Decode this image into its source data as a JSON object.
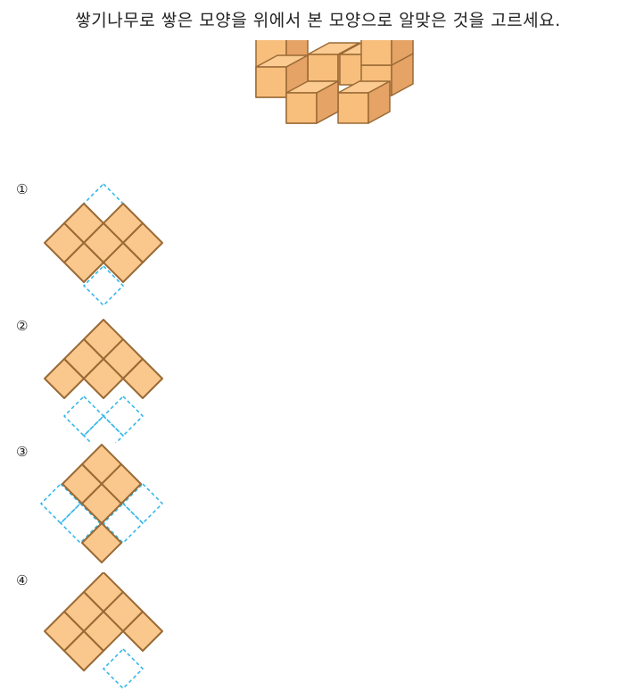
{
  "question": {
    "text": "쌓기나무로 쌓은 모양을 위에서 본 모양으로 알맞은 것을 고르세요."
  },
  "colors": {
    "cube_top": "#FBCB92",
    "cube_left": "#F8BE7C",
    "cube_right": "#E6A366",
    "tile_fill": "#FAC88D",
    "outline": "#9A6A35",
    "dashed": "#2CB4E8"
  },
  "options": [
    {
      "number": "①"
    },
    {
      "number": "②"
    },
    {
      "number": "③"
    },
    {
      "number": "④"
    }
  ]
}
